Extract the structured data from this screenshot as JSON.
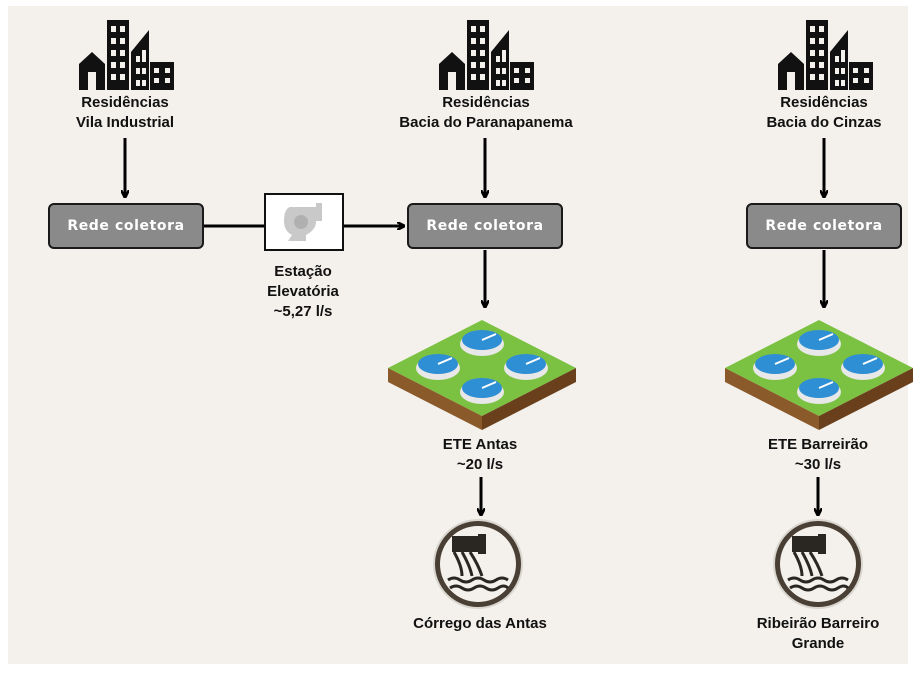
{
  "columns": [
    {
      "id": "vila",
      "source_line1": "Residências",
      "source_line2": "Vila Industrial",
      "network": "Rede coletora"
    },
    {
      "id": "paranapanema",
      "source_line1": "Residências",
      "source_line2": "Bacia do Paranapanema",
      "network": "Rede coletora",
      "ete_name": "ETE Antas",
      "ete_flow": "~20 l/s",
      "outfall": "Córrego das Antas"
    },
    {
      "id": "cinzas",
      "source_line1": "Residências",
      "source_line2": "Bacia do Cinzas",
      "network": "Rede coletora",
      "ete_name": "ETE Barreirão",
      "ete_flow": "~30 l/s",
      "outfall_line1": "Ribeirão Barreiro",
      "outfall_line2": "Grande"
    }
  ],
  "pump_station": {
    "line1": "Estação",
    "line2": "Elevatória",
    "flow": "~5,27 l/s"
  },
  "colors": {
    "background": "#f4f1ec",
    "box_fill": "#8a8a8a",
    "box_border": "#1a1a1a",
    "grass": "#7cc242",
    "soil": "#7a4a1f",
    "tank_water": "#2f8fd4",
    "outfall_circle": "#4a3f35"
  }
}
